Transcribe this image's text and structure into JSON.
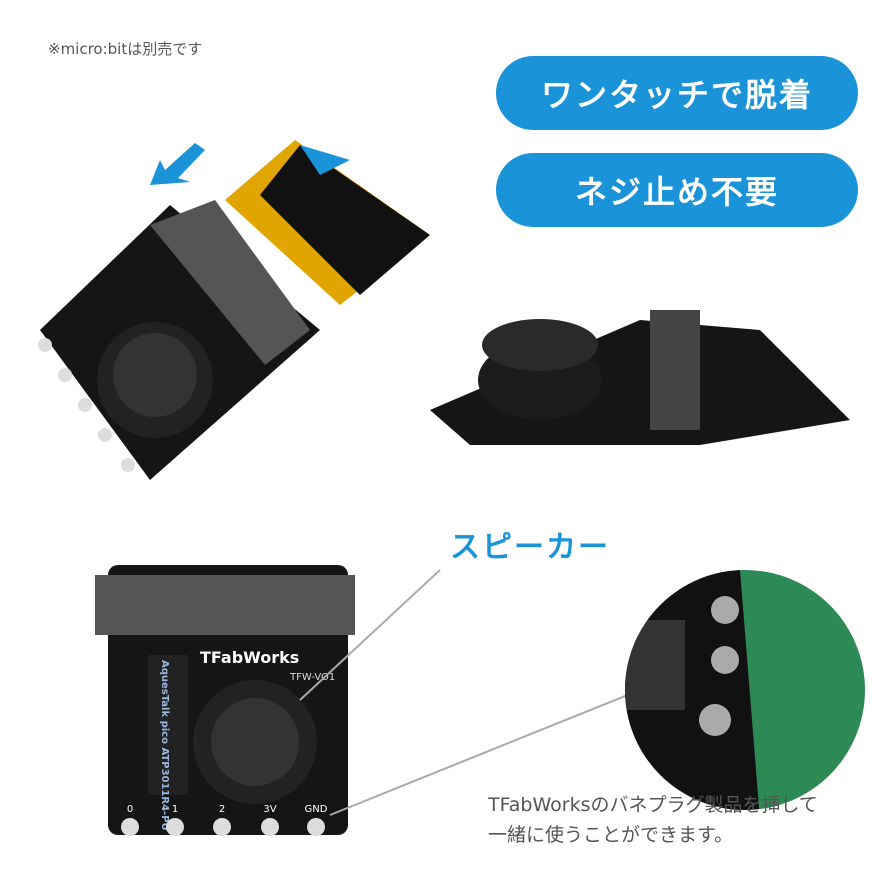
{
  "note": "※micro:bitは別売です",
  "features": [
    "ワンタッチで脱着",
    "ネジ止め不要"
  ],
  "speaker_label": "スピーカー",
  "caption": [
    "TFabWorksのバネプラグ製品を挿して",
    "一緒に使うことができます。"
  ],
  "board": {
    "brand": "TFabWorks",
    "model": "TFW-VO1",
    "chip": "AquesTalk pico ATP3011R4-PU",
    "pins": [
      "0",
      "1",
      "2",
      "3V",
      "GND"
    ]
  },
  "colors": {
    "accent": "#1a93d8",
    "board": "#111111"
  }
}
